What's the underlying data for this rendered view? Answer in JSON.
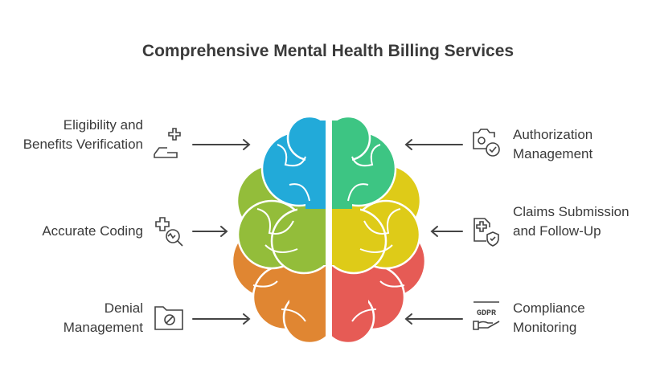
{
  "title": "Comprehensive Mental Health Billing Services",
  "left": [
    {
      "label": "Eligibility and Benefits Verification",
      "icon": "medical-document-icon"
    },
    {
      "label": "Accurate Coding",
      "icon": "medical-analysis-icon"
    },
    {
      "label": "Denial Management",
      "icon": "folder-denied-icon"
    }
  ],
  "right": [
    {
      "label": "Authorization Management",
      "icon": "camera-check-icon"
    },
    {
      "label": "Claims Submission and Follow-Up",
      "icon": "document-shield-icon"
    },
    {
      "label": "Compliance Monitoring",
      "icon": "gdpr-hand-icon",
      "icon_text": "GDPR"
    }
  ],
  "colors": {
    "blue": "#22aad9",
    "lime": "#93bd3a",
    "orange": "#e08632",
    "green": "#3dc583",
    "yellow": "#decb18",
    "red": "#e65b55",
    "text": "#3a3a3a"
  }
}
